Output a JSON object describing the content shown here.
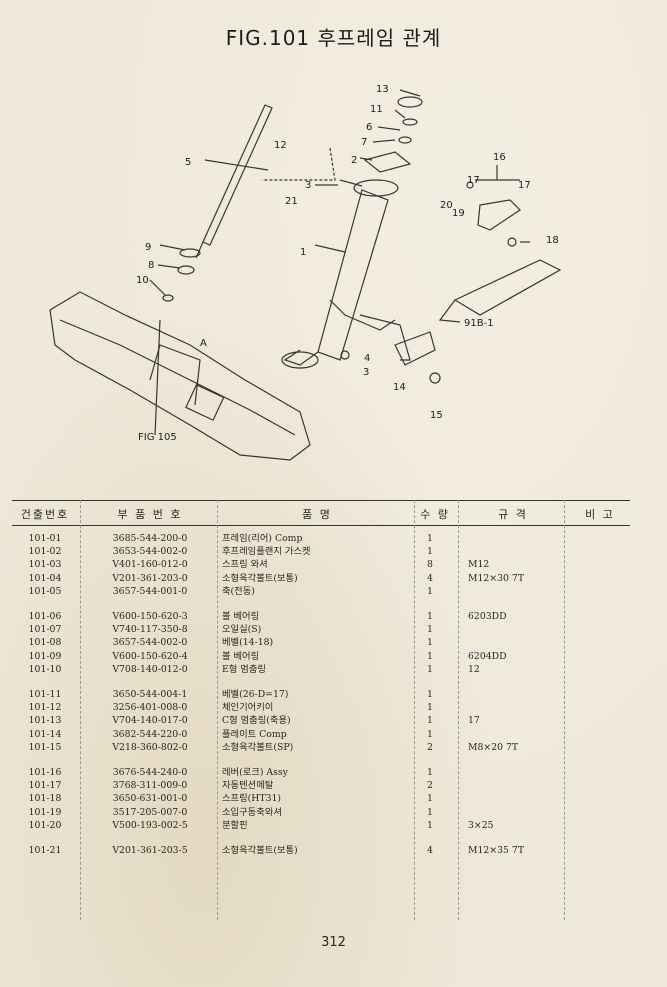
{
  "title": "FIG.101 후프레임 관계",
  "diagram": {
    "callouts": [
      "13",
      "11",
      "6",
      "7",
      "2",
      "3",
      "21",
      "1",
      "5",
      "12",
      "9",
      "8",
      "10",
      "16",
      "17",
      "17",
      "20",
      "19",
      "18",
      "91B-1",
      "14",
      "15",
      "4",
      "3",
      "FIG 105",
      "A"
    ]
  },
  "table": {
    "headers": {
      "ref": "건출번호",
      "part_no": "부 품 번 호",
      "name": "품 명",
      "qty": "수 량",
      "spec": "규 격",
      "remarks": "비 고"
    },
    "groups": [
      [
        {
          "ref": "101-01",
          "part_no": "3685-544-200-0",
          "name": "프레임(리어) Comp",
          "qty": "1",
          "spec": ""
        },
        {
          "ref": "101-02",
          "part_no": "3653-544-002-0",
          "name": "후프레임플랜지 가스켓",
          "qty": "1",
          "spec": ""
        },
        {
          "ref": "101-03",
          "part_no": "V401-160-012-0",
          "name": "스프링 와셔",
          "qty": "8",
          "spec": "M12"
        },
        {
          "ref": "101-04",
          "part_no": "V201-361-203-0",
          "name": "소형육각볼트(보통)",
          "qty": "4",
          "spec": "M12×30 7T"
        },
        {
          "ref": "101-05",
          "part_no": "3657-544-001-0",
          "name": "축(전동)",
          "qty": "1",
          "spec": ""
        }
      ],
      [
        {
          "ref": "101-06",
          "part_no": "V600-150-620-3",
          "name": "볼 베어링",
          "qty": "1",
          "spec": "6203DD"
        },
        {
          "ref": "101-07",
          "part_no": "V740-117-350-8",
          "name": "오일실(S)",
          "qty": "1",
          "spec": ""
        },
        {
          "ref": "101-08",
          "part_no": "3657-544-002-0",
          "name": "베벨(14-18)",
          "qty": "1",
          "spec": ""
        },
        {
          "ref": "101-09",
          "part_no": "V600-150-620-4",
          "name": "볼 베어링",
          "qty": "1",
          "spec": "6204DD"
        },
        {
          "ref": "101-10",
          "part_no": "V708-140-012-0",
          "name": "E형 멈춤링",
          "qty": "1",
          "spec": "12"
        }
      ],
      [
        {
          "ref": "101-11",
          "part_no": "3650-544-004-1",
          "name": "베벨(26-D=17)",
          "qty": "1",
          "spec": ""
        },
        {
          "ref": "101-12",
          "part_no": "3256-401-008-0",
          "name": "체인기어키이",
          "qty": "1",
          "spec": ""
        },
        {
          "ref": "101-13",
          "part_no": "V704-140-017-0",
          "name": "C형 멈춤링(축용)",
          "qty": "1",
          "spec": "17"
        },
        {
          "ref": "101-14",
          "part_no": "3682-544-220-0",
          "name": "플레이트 Comp",
          "qty": "1",
          "spec": ""
        },
        {
          "ref": "101-15",
          "part_no": "V218-360-802-0",
          "name": "소형육각볼트(SP)",
          "qty": "2",
          "spec": "M8×20 7T"
        }
      ],
      [
        {
          "ref": "101-16",
          "part_no": "3676-544-240-0",
          "name": "레버(로크) Assy",
          "qty": "1",
          "spec": ""
        },
        {
          "ref": "101-17",
          "part_no": "3768-311-009-0",
          "name": "자동텐션메탈",
          "qty": "2",
          "spec": ""
        },
        {
          "ref": "101-18",
          "part_no": "3650-631-001-0",
          "name": "스프링(HT31)",
          "qty": "1",
          "spec": ""
        },
        {
          "ref": "101-19",
          "part_no": "3517-205-007-0",
          "name": "소입구동축와셔",
          "qty": "1",
          "spec": ""
        },
        {
          "ref": "101-20",
          "part_no": "V500-193-002-5",
          "name": "분할핀",
          "qty": "1",
          "spec": "3×25"
        }
      ],
      [
        {
          "ref": "101-21",
          "part_no": "V201-361-203-5",
          "name": "소형육각볼트(보통)",
          "qty": "4",
          "spec": "M12×35 7T"
        }
      ]
    ]
  },
  "page_number": "312"
}
